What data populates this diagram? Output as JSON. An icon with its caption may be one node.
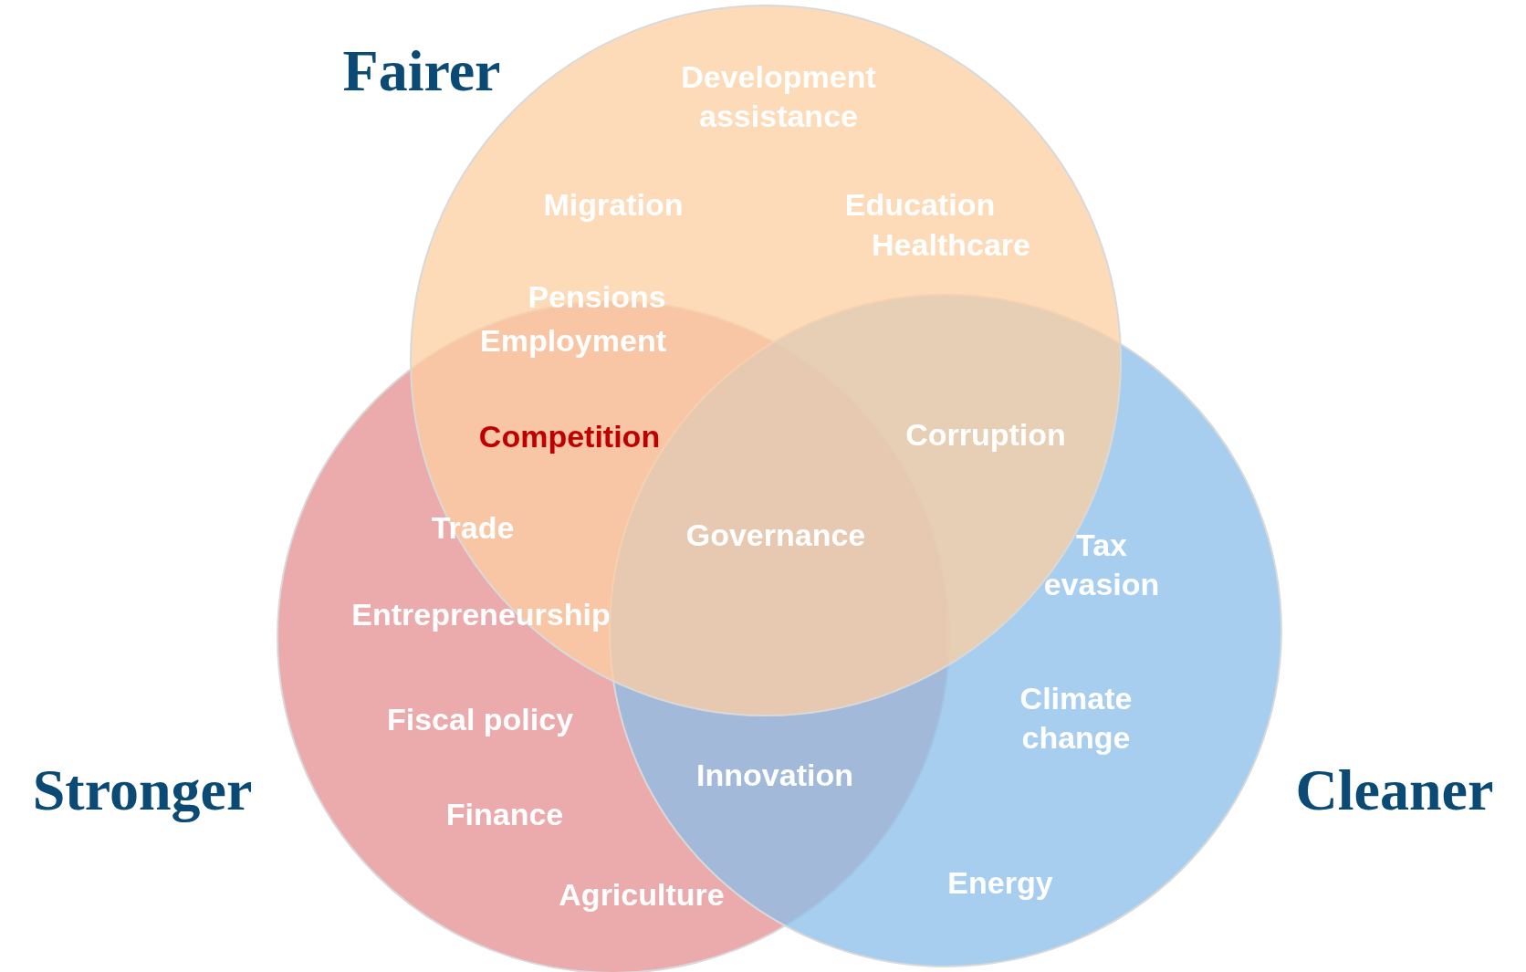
{
  "diagram": {
    "nodes": [
      {
        "text": [
          "Fairer"
        ]
      },
      {
        "text": [
          "Stronger"
        ]
      },
      {
        "text": [
          "Cleaner"
        ]
      }
    ],
    "labels": [
      "Development assistance",
      "Migration",
      "Education",
      "Healthcare",
      "Pensions",
      "Employment",
      "Competition",
      "Corruption",
      "Trade",
      "Governance",
      "Tax evasion",
      "Entrepreneurship",
      "Climate change",
      "Fiscal policy",
      "Innovation",
      "Finance",
      "Agriculture",
      "Energy"
    ]
  }
}
